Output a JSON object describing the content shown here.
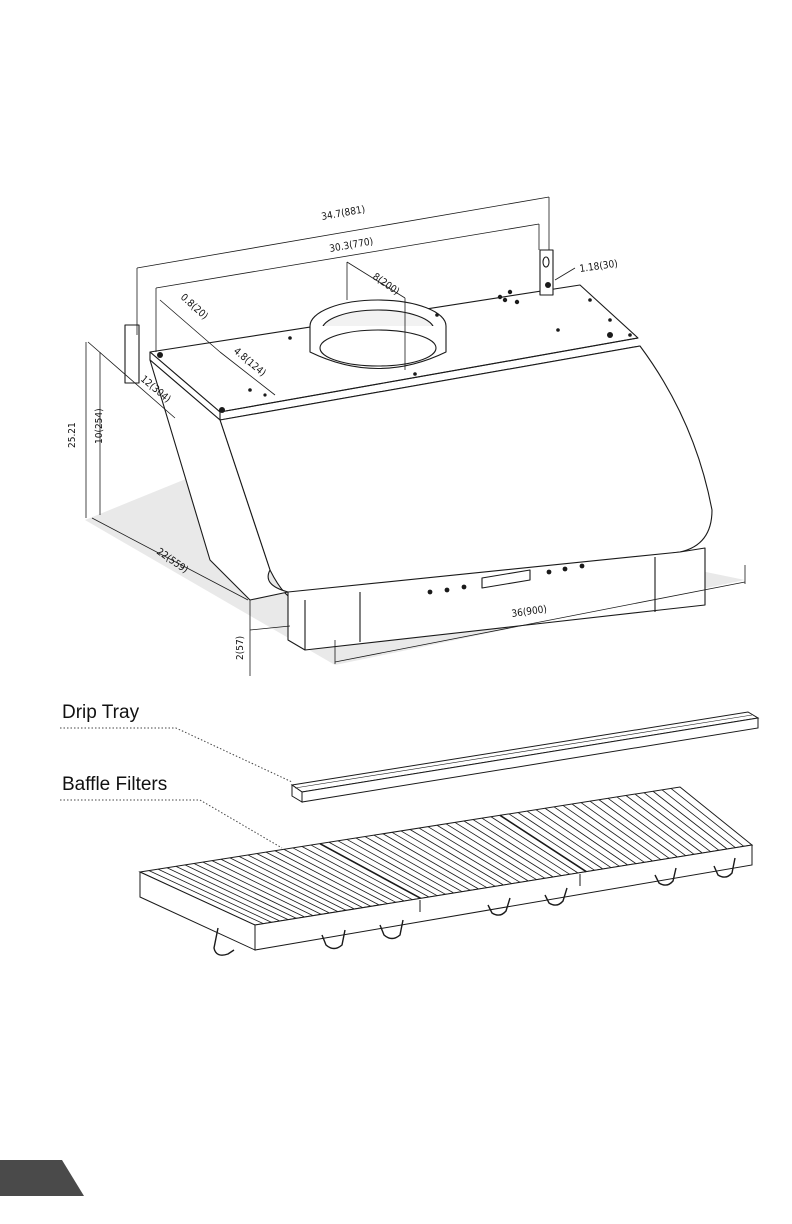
{
  "colors": {
    "line": "#1a1a1a",
    "shadow": "#e6e6e6",
    "corner_tab": "#4a4a4a"
  },
  "dimensions": {
    "total_width_top": "34.7(881)",
    "inner_width": "30.3(770)",
    "duct_offset": "8(200)",
    "bracket_width": "1.18(30)",
    "hole_spacing": "0.8(20)",
    "hole_depth": "4.8(124)",
    "mount_depth": "12(304)",
    "body_height": "10(254)",
    "total_height": "25.21",
    "depth": "22(559)",
    "width": "36(900)",
    "bottom_lip": "2(57)"
  },
  "callouts": {
    "drip_tray": "Drip Tray",
    "baffle_filters": "Baffle Filters"
  }
}
